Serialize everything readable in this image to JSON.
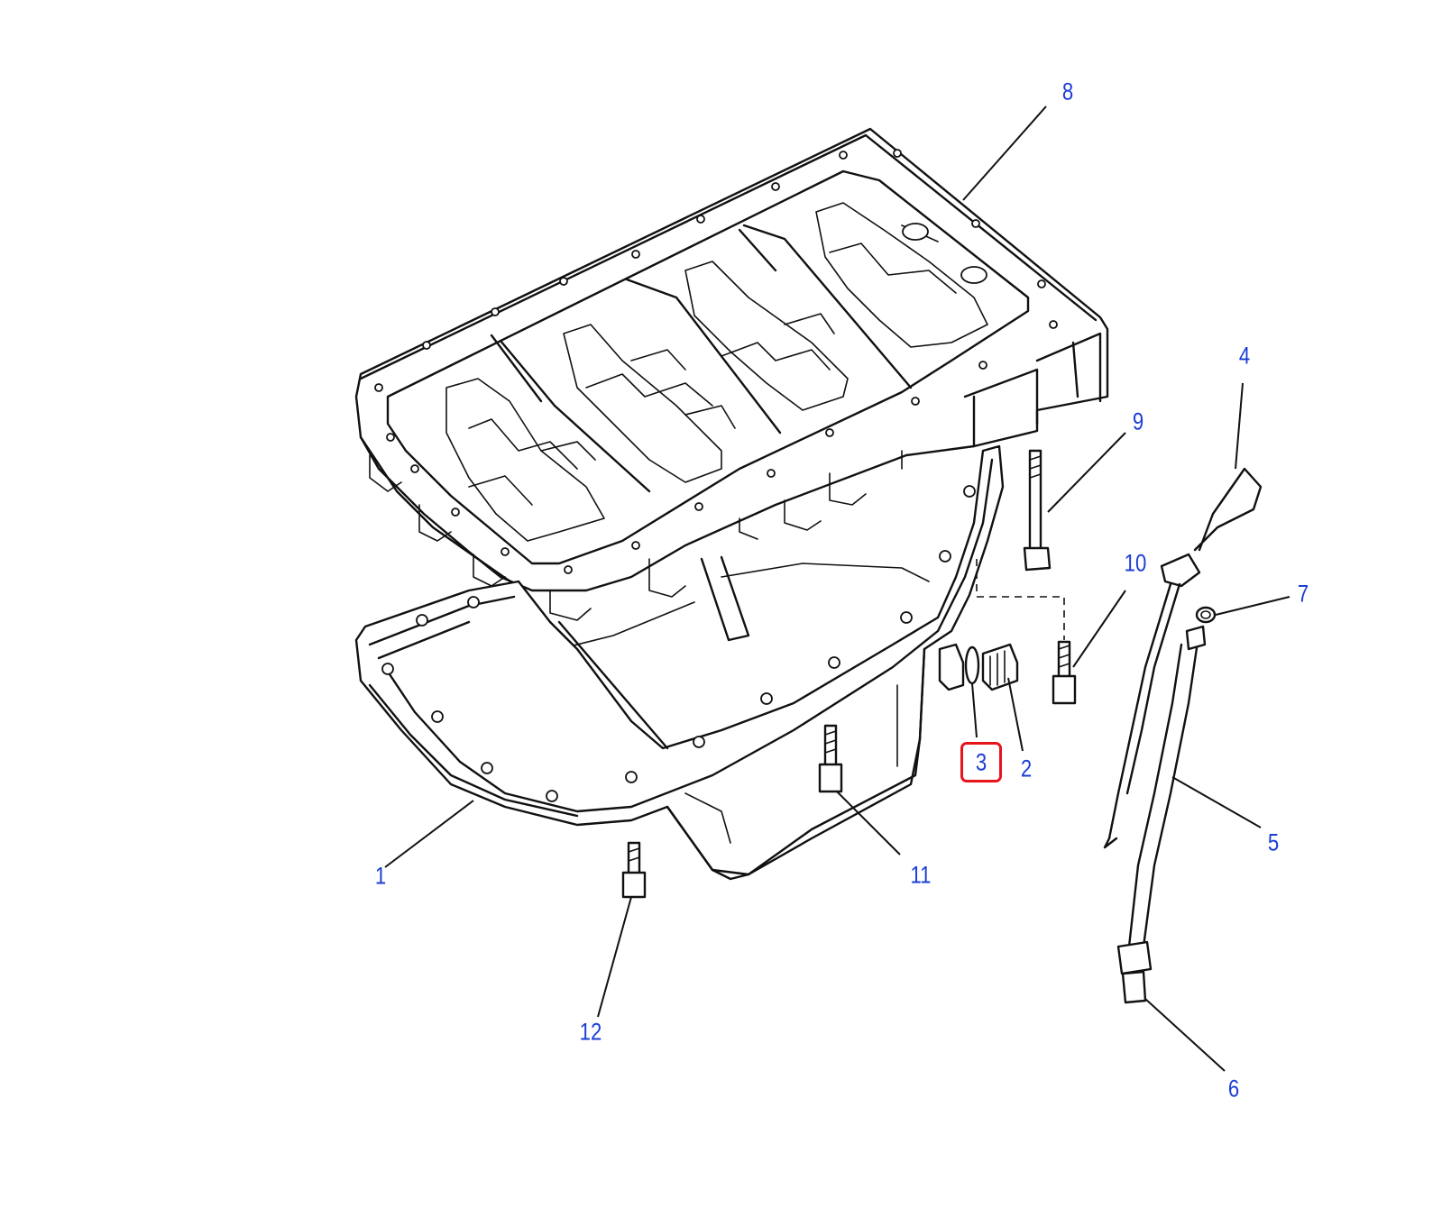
{
  "callouts": [
    {
      "id": "1",
      "label": "1"
    },
    {
      "id": "2",
      "label": "2"
    },
    {
      "id": "3",
      "label": "3"
    },
    {
      "id": "4",
      "label": "4"
    },
    {
      "id": "5",
      "label": "5"
    },
    {
      "id": "6",
      "label": "6"
    },
    {
      "id": "7",
      "label": "7"
    },
    {
      "id": "8",
      "label": "8"
    },
    {
      "id": "9",
      "label": "9"
    },
    {
      "id": "10",
      "label": "10"
    },
    {
      "id": "11",
      "label": "11"
    },
    {
      "id": "12",
      "label": "12"
    }
  ],
  "highlighted_callout": "3",
  "colors": {
    "callout_text": "#1a3dd6",
    "highlight_border": "#e8141c",
    "line_art": "#111111",
    "background": "#ffffff"
  }
}
